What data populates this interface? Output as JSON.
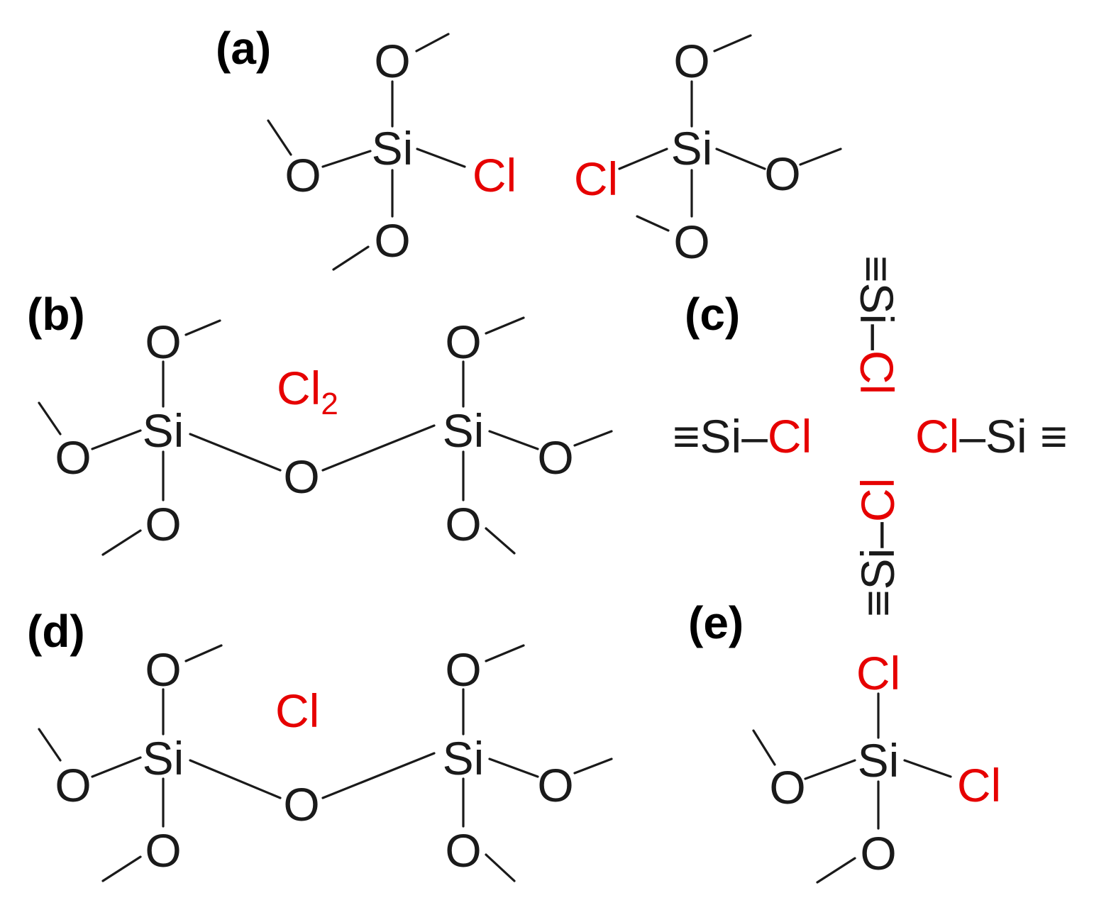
{
  "colors": {
    "ink": "#1a1a1a",
    "chlorine": "#e60000",
    "background": "#ffffff"
  },
  "panels": {
    "a": {
      "label": "(a)"
    },
    "b": {
      "label": "(b)",
      "species": "Cl",
      "species_sub": "2"
    },
    "c": {
      "label": "(c)",
      "top": "≡Si–",
      "left": "≡Si–",
      "right": "–Si ≡",
      "bottom": "≡Si–"
    },
    "d": {
      "label": "(d)",
      "species": "Cl"
    },
    "e": {
      "label": "(e)"
    }
  },
  "atoms": {
    "si": "Si",
    "o": "O",
    "cl": "Cl"
  }
}
